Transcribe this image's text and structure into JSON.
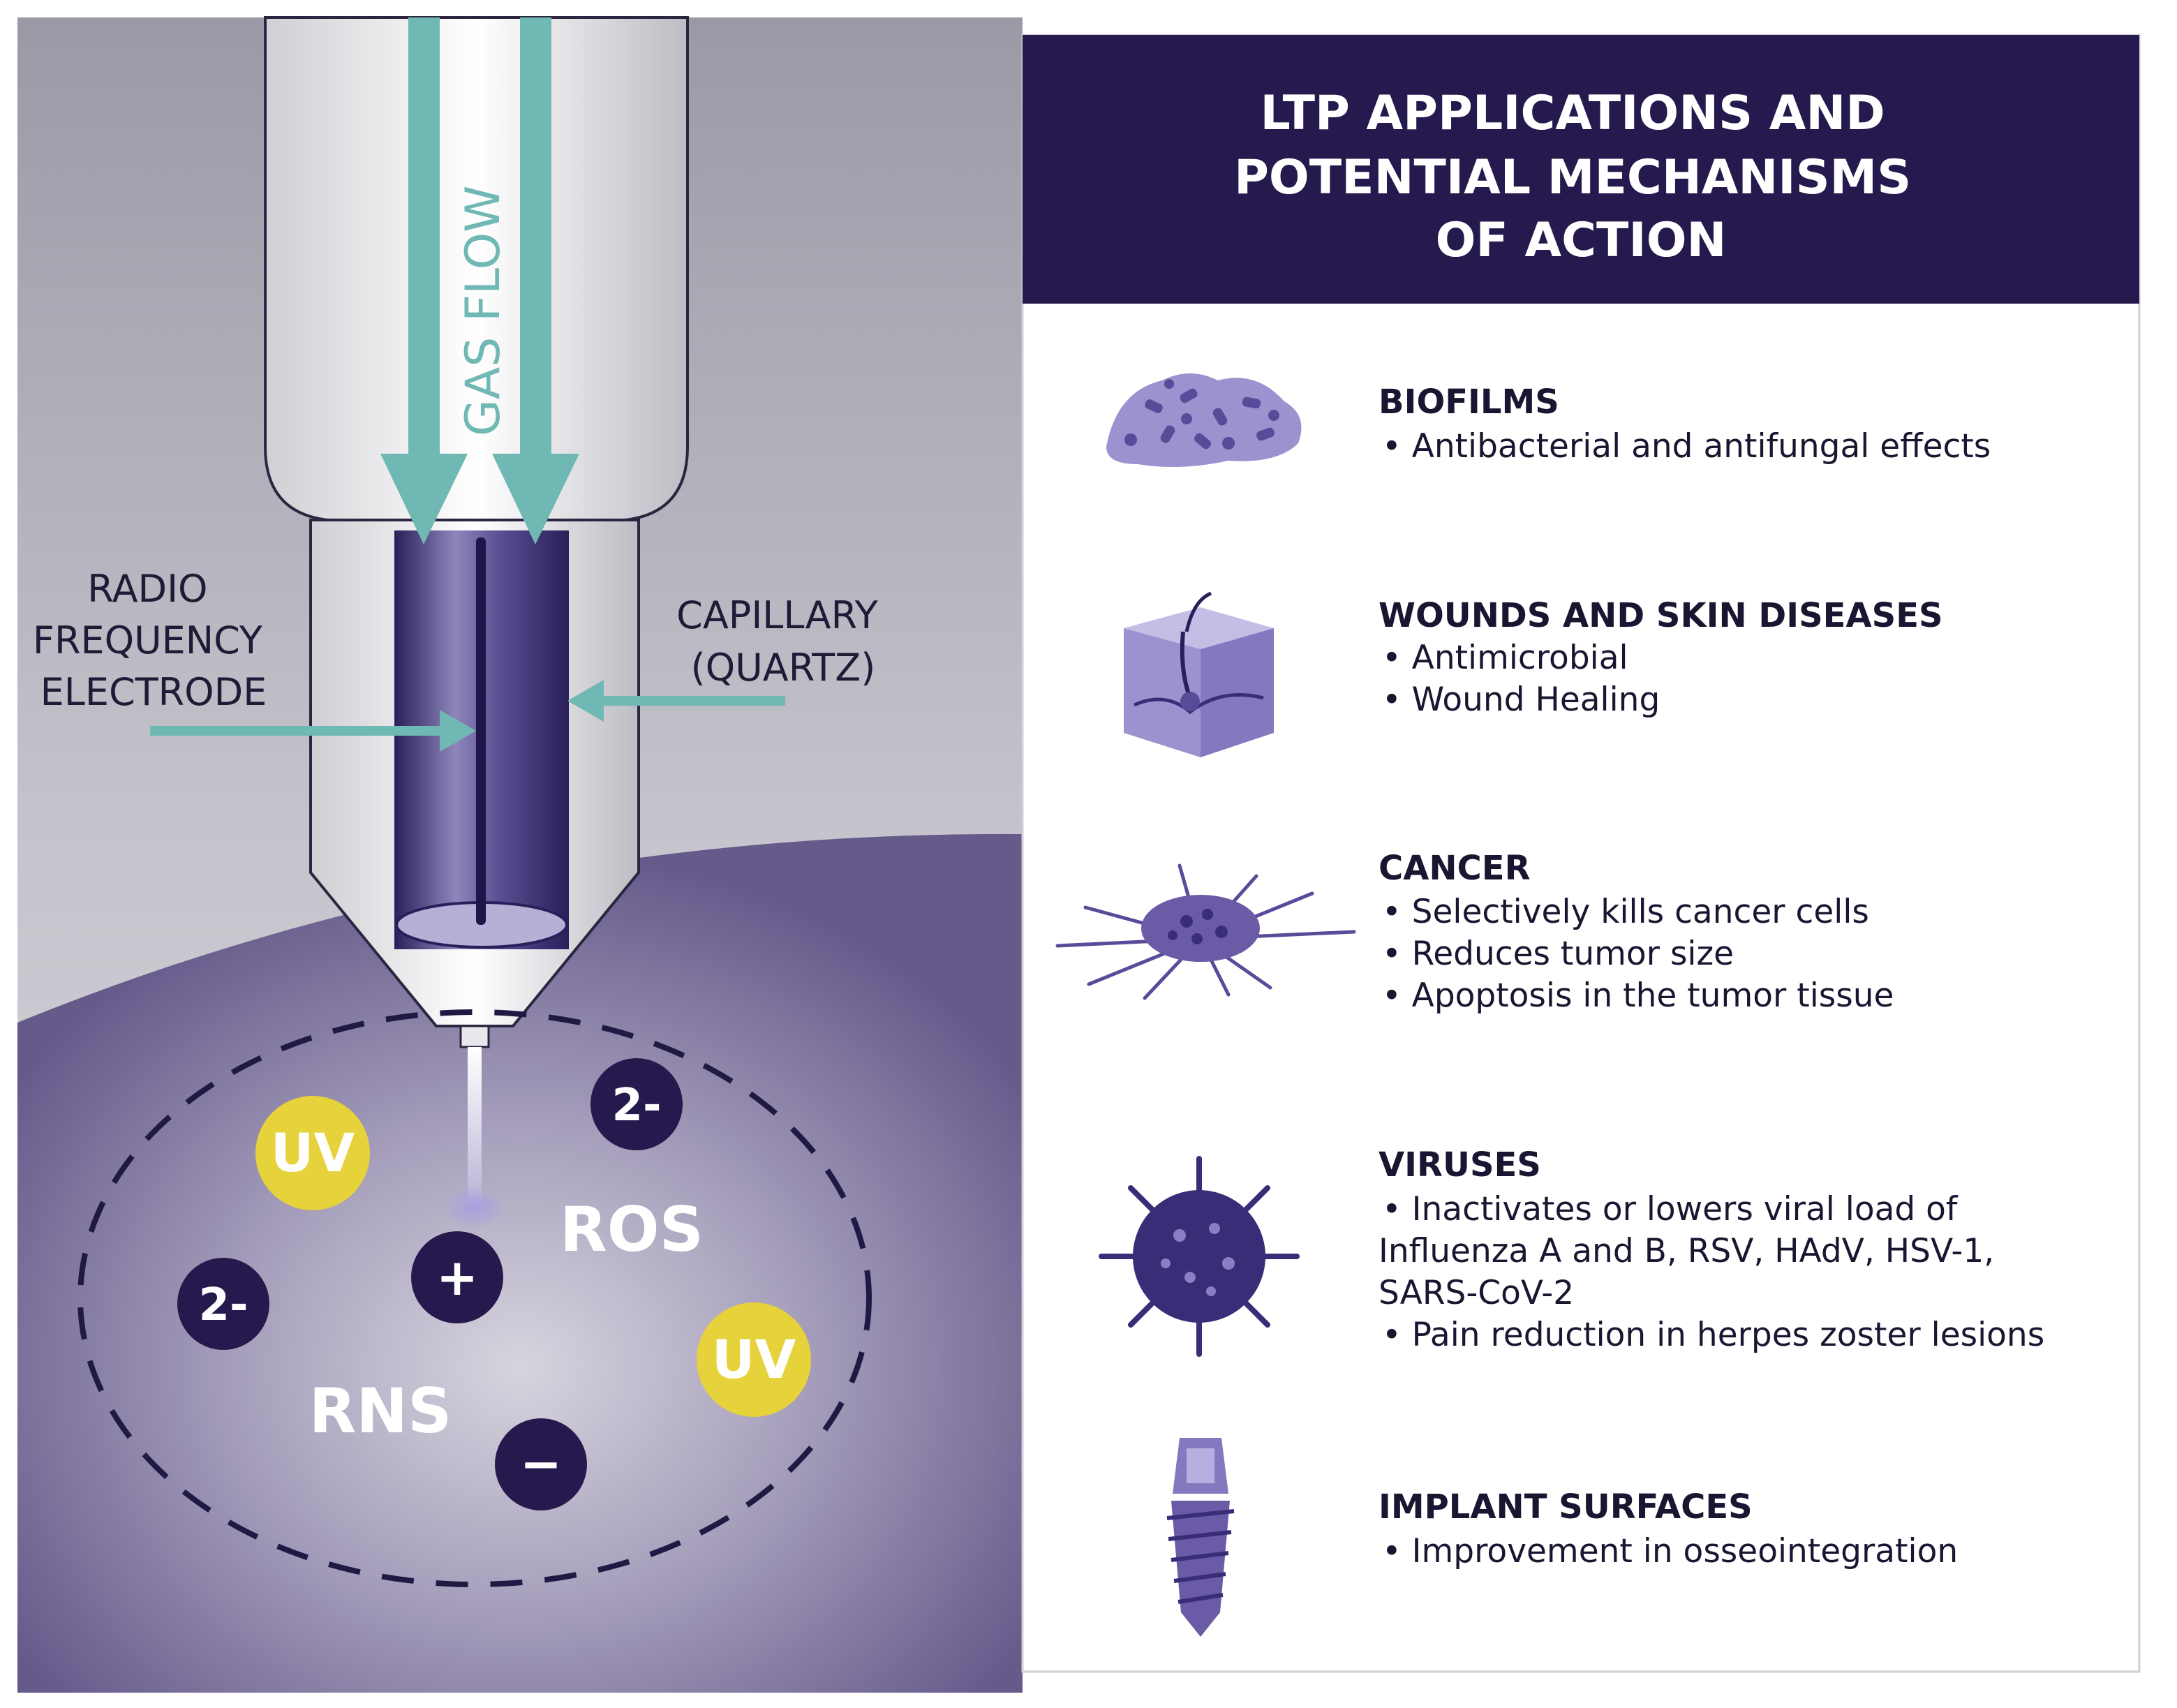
{
  "diagram": {
    "labels": {
      "gas_flow": "GAS FLOW",
      "electrode": [
        "RADIO",
        "FREQUENCY",
        "ELECTRODE"
      ],
      "capillary": [
        "CAPILLARY",
        "(QUARTZ)"
      ]
    },
    "species": {
      "uv": "UV",
      "two_minus": "2-",
      "plus": "+",
      "minus": "−",
      "ros": "ROS",
      "rns": "RNS"
    },
    "panel": {
      "title": [
        "LTP APPLICATIONS AND",
        "POTENTIAL MECHANISMS",
        "OF ACTION"
      ],
      "sections": [
        {
          "title": "BIOFILMS",
          "icon": "biofilm-icon",
          "lines": [
            "•  Antibacterial and antifungal effects"
          ]
        },
        {
          "title": "WOUNDS AND SKIN DISEASES",
          "icon": "skin-icon",
          "lines": [
            "•  Antimicrobial",
            "•  Wound Healing"
          ]
        },
        {
          "title": "CANCER",
          "icon": "cancer-cell-icon",
          "lines": [
            "•  Selectively kills cancer cells",
            "•  Reduces tumor size",
            "•  Apoptosis in the tumor tissue"
          ]
        },
        {
          "title": "VIRUSES",
          "icon": "virus-icon",
          "lines": [
            "•  Inactivates or lowers viral load of",
            "Influenza A and B, RSV, HAdV, HSV-1,",
            "SARS-CoV-2",
            "•  Pain reduction in herpes zoster lesions"
          ]
        },
        {
          "title": "IMPLANT SURFACES",
          "icon": "dental-implant-icon",
          "lines": [
            "•  Improvement in osseointegration"
          ]
        }
      ]
    },
    "colors": {
      "navy": "#25194d",
      "teal": "#6fb8b4",
      "uv_yellow": "#e6d23a",
      "purple": "#6b5aa6"
    }
  }
}
